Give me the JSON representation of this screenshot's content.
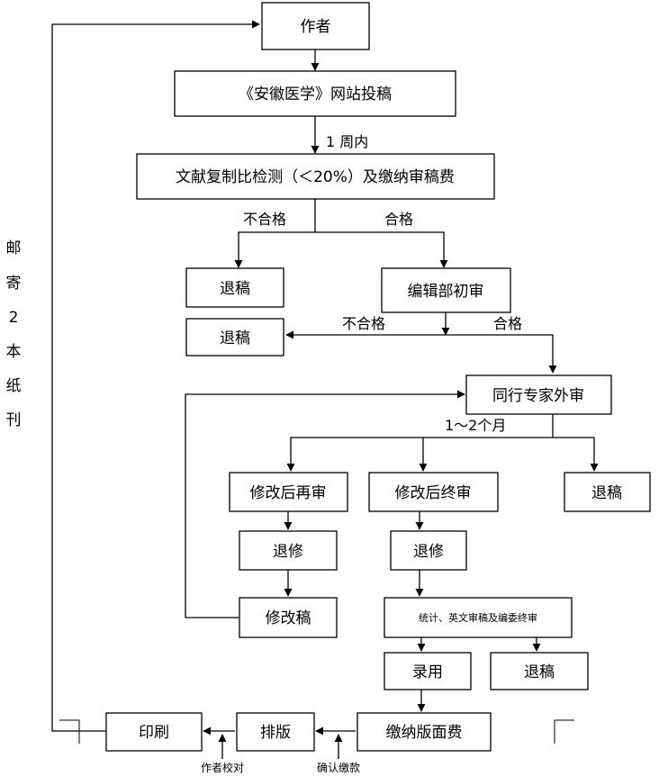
{
  "nodes": {
    "author": "作者",
    "submit": "《安徽医学》网站投稿",
    "check": "文献复制比检测（＜20%）及缴纳审稿费",
    "reject1": "退稿",
    "initial_review": "编辑部初审",
    "reject2": "退稿",
    "peer_review": "同行专家外审",
    "revise_rereview": "修改后再审",
    "revise_final": "修改后终审",
    "reject3": "退稿",
    "return_revise1": "退修",
    "return_revise2": "退修",
    "revised_manuscript": "修改稿",
    "stat_review": "统计、英文审稿及编委终审",
    "accept": "录用",
    "reject4": "退稿",
    "print": "印刷",
    "layout": "排版",
    "pay_fee": "缴纳版面费"
  },
  "edge_labels": {
    "one_week": "1 周内",
    "fail_1": "不合格",
    "pass_1": "合格",
    "fail_2": "不合格",
    "pass_2": "合格",
    "one_two_months": "1～2个月"
  },
  "footnotes": {
    "author_proof": "作者校对",
    "confirm_payment": "确认缴款"
  },
  "side_label": [
    "邮",
    "寄",
    "2",
    "本",
    "纸",
    "刊"
  ]
}
